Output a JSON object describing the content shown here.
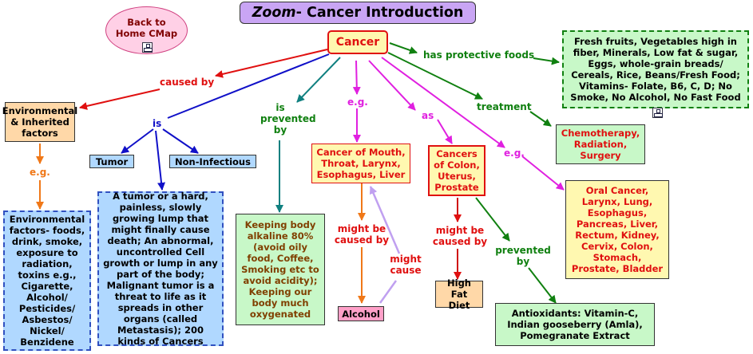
{
  "title": {
    "prefix": "Zoom",
    "rest": " - Cancer Introduction"
  },
  "home_button": {
    "line1": "Back to",
    "line2": "Home CMap",
    "icon": "concept-map-icon"
  },
  "nodes": {
    "cancer": "Cancer",
    "env_factors": "Environmental & Inherited factors",
    "tumor": "Tumor",
    "non_infectious": "Non-Infectious",
    "env_list": "Environmental factors- foods, drink, smoke, exposure to radiation, toxins e.g., Cigarette, Alcohol/ Pesticides/ Asbestos/ Nickel/ Benzidene",
    "tumor_desc": "A tumor or a hard, painless, slowly growing lump that might finally cause death; An abnormal, uncontrolled Cell growth or lump in any part of the body; Malignant tumor is a threat to life as it spreads in other organs (called Metastasis); 200 kinds of Cancers",
    "alkaline": "Keeping body alkaline 80% (avoid oily food, Coffee, Smoking etc to avoid acidity); Keeping our body much oxygenated",
    "mouth_cancer": "Cancer of Mouth, Throat, Larynx, Esophagus, Liver",
    "alcohol": "Alcohol",
    "colon_cancer": "Cancers of Colon, Uterus, Prostate",
    "high_fat": "High Fat Diet",
    "antioxidants": "Antioxidants: Vitamin-C, Indian gooseberry (Amla), Pomegranate Extract",
    "protective_foods": "Fresh fruits, Vegetables high in fiber, Minerals, Low fat & sugar, Eggs, whole-grain breads/ Cereals, Rice, Beans/Fresh Food; Vitamins- Folate, B6, C, D; No Smoke, No Alcohol, No Fast Food",
    "treatment": "Chemotherapy, Radiation, Surgery",
    "cancer_types": "Oral Cancer, Larynx, Lung, Esophagus, Pancreas, Liver, Rectum, Kidney, Cervix, Colon, Stomach, Prostate, Bladder"
  },
  "links": {
    "caused_by": "caused by",
    "is": "is",
    "eg_left": "e.g.",
    "is_prevented_by": "is prevented by",
    "eg_mid": "e.g.",
    "as": "as",
    "treatment": "treatment",
    "eg_right": "e.g.",
    "has_protective": "has protective foods",
    "might_be_caused_1": "might be caused by",
    "might_cause": "might cause",
    "might_be_caused_2": "might be caused by",
    "prevented_by": "prevented by"
  },
  "colors": {
    "red": "#e01010",
    "blue": "#1010c8",
    "orange": "#f07818",
    "teal": "#108080",
    "magenta": "#e020e0",
    "green": "#108010",
    "lavender": "#c0a0f0",
    "darkred": "#d01010"
  }
}
